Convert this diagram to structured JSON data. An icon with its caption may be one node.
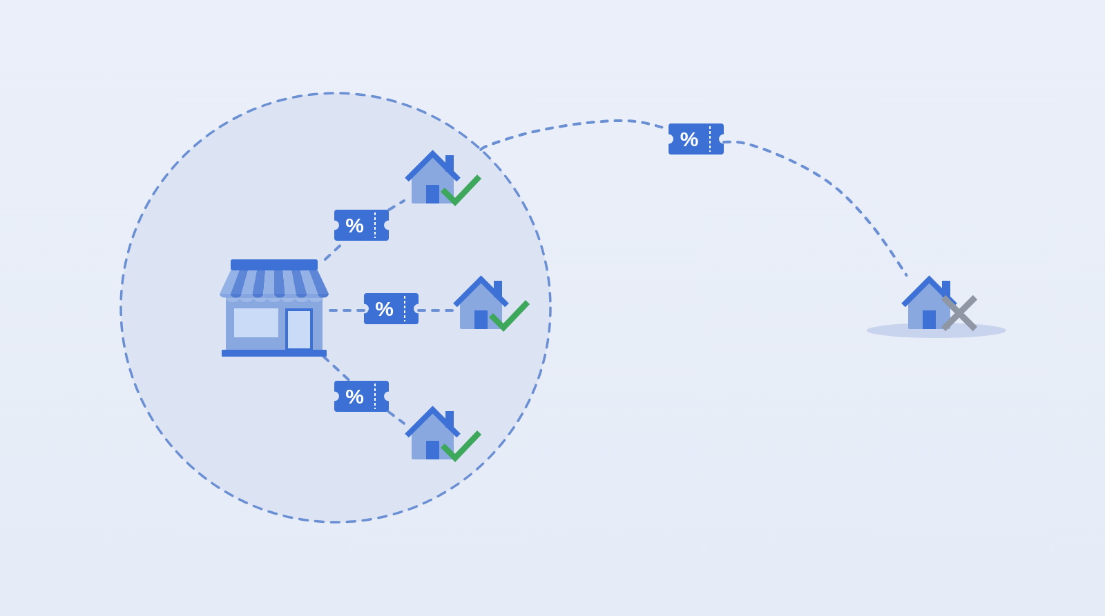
{
  "diagram": {
    "nodes": [
      {
        "text": [],
        "shape": "circle"
      },
      {
        "text": [],
        "shape": "picture",
        "in": 0
      },
      {
        "text": [
          "%"
        ],
        "in": 0
      },
      {
        "text": [],
        "shape": "picture",
        "in": 0
      },
      {
        "text": [
          "%"
        ],
        "in": 0
      },
      {
        "text": [],
        "shape": "picture",
        "in": 0
      },
      {
        "text": [
          "%"
        ],
        "in": 0
      },
      {
        "text": [],
        "shape": "picture",
        "in": 0
      },
      {
        "text": [
          "%"
        ]
      },
      {
        "text": [],
        "shape": "picture"
      }
    ],
    "edges": [
      {
        "from": 1,
        "to": 2,
        "arrow": "none",
        "style": "dashed"
      },
      {
        "from": 2,
        "to": 3,
        "arrow": "none",
        "style": "dashed"
      },
      {
        "from": 1,
        "to": 4,
        "arrow": "none",
        "style": "dashed"
      },
      {
        "from": 4,
        "to": 5,
        "arrow": "none",
        "style": "dashed"
      },
      {
        "from": 1,
        "to": 6,
        "arrow": "none",
        "style": "dashed"
      },
      {
        "from": 6,
        "to": 7,
        "arrow": "none",
        "style": "dashed"
      },
      {
        "from": 0,
        "to": 8,
        "arrow": "none",
        "style": "dashed"
      },
      {
        "from": 8,
        "to": 9,
        "arrow": "none",
        "style": "dashed"
      }
    ]
  }
}
